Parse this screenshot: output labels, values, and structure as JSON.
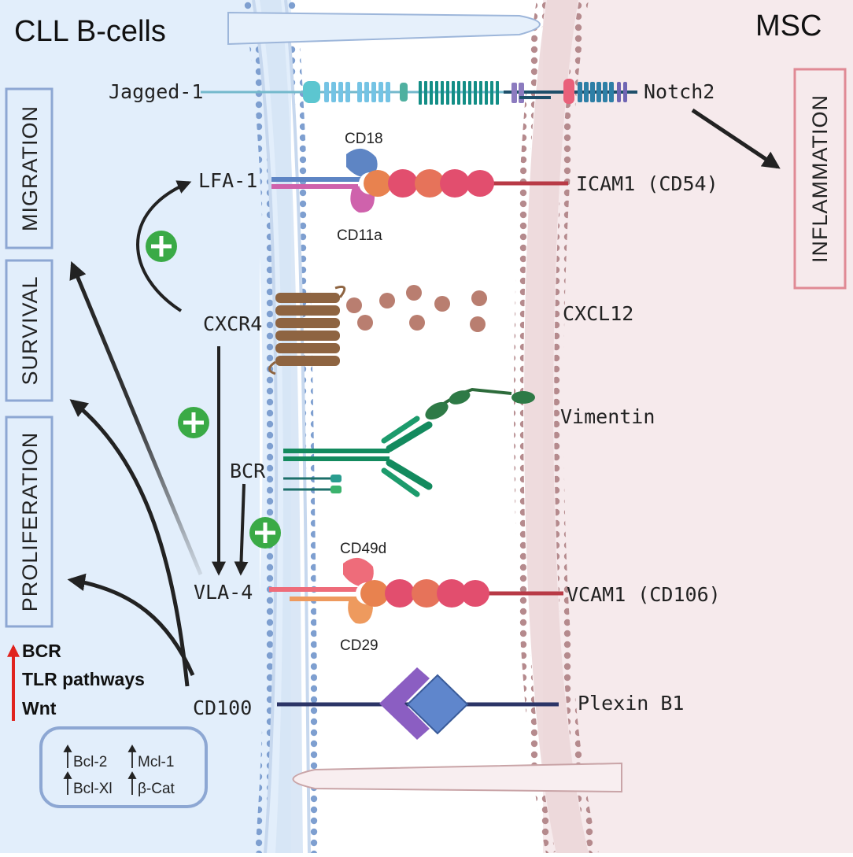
{
  "cells": {
    "left_title": "CLL B-cells",
    "right_title": "MSC"
  },
  "molecules": {
    "jagged1": "Jagged-1",
    "notch2": "Notch2",
    "lfa1": "LFA-1",
    "cd18": "CD18",
    "cd11a": "CD11a",
    "icam1": "ICAM1 (CD54)",
    "cxcr4": "CXCR4",
    "cxcl12": "CXCL12",
    "vimentin": "Vimentin",
    "bcr": "BCR",
    "vla4": "VLA-4",
    "cd49d": "CD49d",
    "cd29": "CD29",
    "vcam1": "VCAM1 (CD106)",
    "cd100": "CD100",
    "plexinb1": "Plexin B1"
  },
  "outcomes": {
    "migration": "MIGRATION",
    "survival": "SURVIVAL",
    "proliferation": "PROLIFERATION",
    "inflammation": "INFLAMMATION"
  },
  "pathways": [
    "BCR",
    "TLR pathways",
    "Wnt"
  ],
  "genes": {
    "bcl2": "Bcl-2",
    "mcl1": "Mcl-1",
    "bclxl": "Bcl-Xl",
    "bcat": "β-Cat"
  },
  "colors": {
    "left_bg": "#e2eefb",
    "right_bg": "#f6eaec",
    "left_membrane": "#6f94c9",
    "right_membrane": "#a8797c",
    "arrow": "#222222",
    "plus": "#3aaa46",
    "up_arrow": "#e0231e"
  }
}
